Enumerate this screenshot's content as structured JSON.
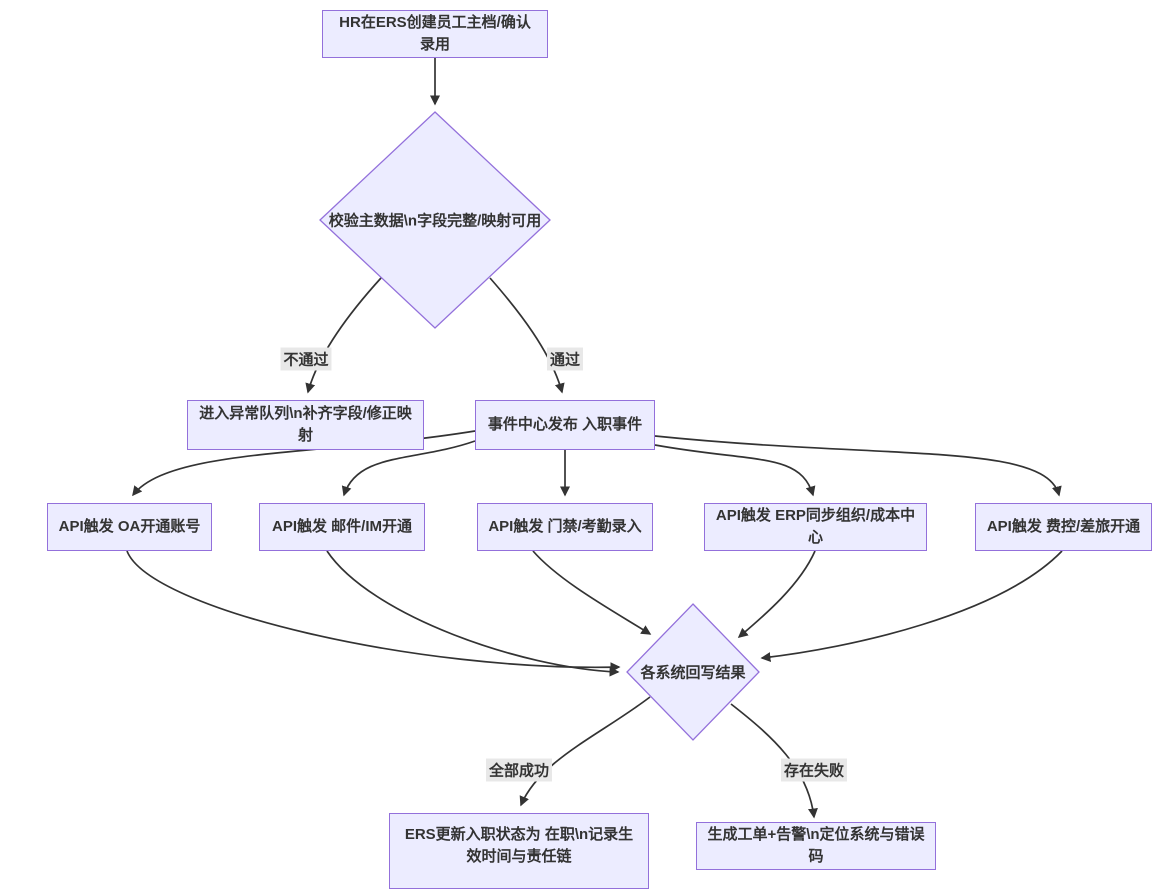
{
  "colors": {
    "node_fill": "#ECECFF",
    "node_border": "#9370DB",
    "edge_line": "#333333",
    "edge_label_bg": "#e8e8e8",
    "text": "#333333",
    "background": "#ffffff"
  },
  "diagram": {
    "type": "flowchart",
    "direction": "top-down",
    "nodes": {
      "start": {
        "shape": "rect",
        "label": "HR在ERS创建员工主档/确认录用"
      },
      "validate": {
        "shape": "diamond",
        "label": "校验主数据\\n字段完整/映射可用"
      },
      "exception_queue": {
        "shape": "rect",
        "label": "进入异常队列\\n补齐字段/修正映射"
      },
      "event_center": {
        "shape": "rect",
        "label": "事件中心发布 入职事件"
      },
      "api_oa": {
        "shape": "rect",
        "label": "API触发 OA开通账号"
      },
      "api_mail_im": {
        "shape": "rect",
        "label": "API触发 邮件/IM开通"
      },
      "api_access": {
        "shape": "rect",
        "label": "API触发 门禁/考勤录入"
      },
      "api_erp": {
        "shape": "rect",
        "label": "API触发 ERP同步组织/成本中心"
      },
      "api_expense": {
        "shape": "rect",
        "label": "API触发 费控/差旅开通"
      },
      "writeback": {
        "shape": "diamond",
        "label": "各系统回写结果"
      },
      "update_status": {
        "shape": "rect",
        "label": "ERS更新入职状态为 在职\\n记录生效时间与责任链"
      },
      "ticket_alert": {
        "shape": "rect",
        "label": "生成工单+告警\\n定位系统与错误码"
      }
    },
    "edge_labels": {
      "fail_check": "不通过",
      "pass_check": "通过",
      "all_success": "全部成功",
      "has_failure": "存在失败"
    },
    "edges": [
      {
        "from": "start",
        "to": "validate",
        "label": ""
      },
      {
        "from": "validate",
        "to": "exception_queue",
        "label": "不通过"
      },
      {
        "from": "validate",
        "to": "event_center",
        "label": "通过"
      },
      {
        "from": "event_center",
        "to": "api_oa",
        "label": ""
      },
      {
        "from": "event_center",
        "to": "api_mail_im",
        "label": ""
      },
      {
        "from": "event_center",
        "to": "api_access",
        "label": ""
      },
      {
        "from": "event_center",
        "to": "api_erp",
        "label": ""
      },
      {
        "from": "event_center",
        "to": "api_expense",
        "label": ""
      },
      {
        "from": "api_oa",
        "to": "writeback",
        "label": ""
      },
      {
        "from": "api_mail_im",
        "to": "writeback",
        "label": ""
      },
      {
        "from": "api_access",
        "to": "writeback",
        "label": ""
      },
      {
        "from": "api_erp",
        "to": "writeback",
        "label": ""
      },
      {
        "from": "api_expense",
        "to": "writeback",
        "label": ""
      },
      {
        "from": "writeback",
        "to": "update_status",
        "label": "全部成功"
      },
      {
        "from": "writeback",
        "to": "ticket_alert",
        "label": "存在失败"
      }
    ]
  }
}
